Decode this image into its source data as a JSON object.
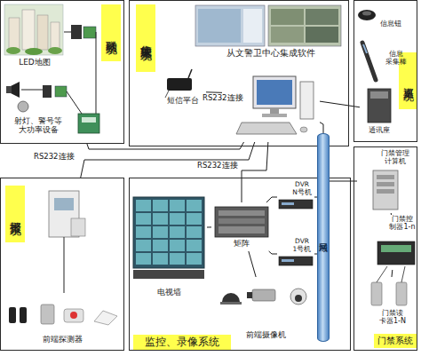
{
  "diagram": {
    "nodes": [
      {
        "text": [
          "联动系统"
        ]
      },
      {
        "text": [
          "LED地图"
        ],
        "in": 0
      },
      {
        "text": [
          "射灯、警号等 大功率设备"
        ],
        "in": 0
      },
      {
        "text": [
          "集成管理系统"
        ]
      },
      {
        "text": [
          "短信平台"
        ],
        "in": 3
      },
      {
        "text": [
          "从文警卫中心集成软件"
        ],
        "in": 3
      },
      {
        "text": [
          "巡更系统"
        ]
      },
      {
        "text": [
          "信息钮"
        ],
        "in": 6
      },
      {
        "text": [
          "信息 采集棒"
        ],
        "in": 6
      },
      {
        "text": [
          "通讯座"
        ],
        "in": 6
      },
      {
        "text": [
          "报警系统"
        ]
      },
      {
        "text": [
          "前端探测器"
        ],
        "in": 10
      },
      {
        "text": [
          "监控、录像系统"
        ]
      },
      {
        "text": [
          "电视墙"
        ],
        "in": 12
      },
      {
        "text": [
          "矩阵"
        ],
        "in": 12
      },
      {
        "text": [
          "DVR N号机"
        ],
        "in": 12
      },
      {
        "text": [
          "DVR 1号机"
        ],
        "in": 12
      },
      {
        "text": [
          "前端摄像机"
        ],
        "in": 12
      },
      {
        "text": [
          "局域网"
        ]
      },
      {
        "text": [
          "门禁系统"
        ]
      },
      {
        "text": [
          "门禁管理 计算机"
        ],
        "in": 19
      },
      {
        "text": [
          "门禁控 制器1-n"
        ],
        "in": 19
      },
      {
        "text": [
          "门禁读 卡器1-N"
        ],
        "in": 19
      }
    ],
    "edges": [
      {
        "from": 5,
        "to": 0,
        "arrow": "none"
      },
      {
        "from": 5,
        "to": 10,
        "label": "RS232连接",
        "arrow": "none"
      },
      {
        "from": 5,
        "to": 14,
        "label": "RS232连接",
        "arrow": "none"
      },
      {
        "from": 4,
        "to": 5,
        "label": "RS232连接",
        "arrow": "none"
      },
      {
        "from": 9,
        "to": 5,
        "arrow": "none"
      },
      {
        "from": 5,
        "to": 18,
        "arrow": "none"
      },
      {
        "from": 18,
        "to": 15,
        "arrow": "none"
      },
      {
        "from": 18,
        "to": 16,
        "arrow": "none"
      },
      {
        "from": 18,
        "to": 20,
        "arrow": "none"
      },
      {
        "from": 14,
        "to": 15,
        "arrow": "none"
      },
      {
        "from": 14,
        "to": 16,
        "arrow": "none"
      },
      {
        "from": 13,
        "to": 14,
        "arrow": "none"
      },
      {
        "from": 17,
        "to": 14,
        "arrow": "none"
      },
      {
        "from": 20,
        "to": 21,
        "arrow": "none"
      },
      {
        "from": 21,
        "to": 22,
        "arrow": "none"
      }
    ]
  }
}
